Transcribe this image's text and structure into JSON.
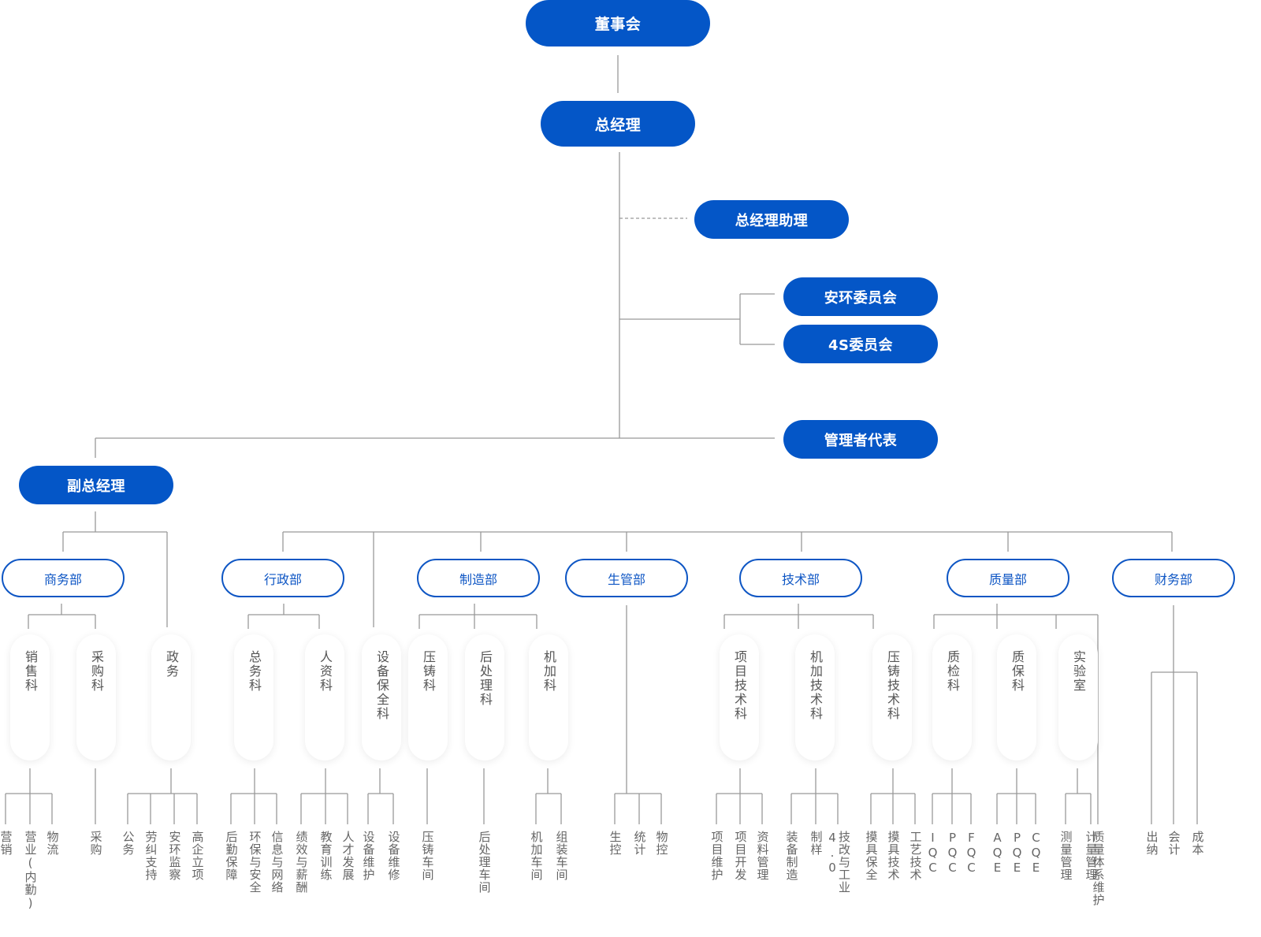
{
  "colors": {
    "primary": "#0456c7",
    "dept_border": "#0e56c4",
    "connector": "#999999",
    "section_text": "#555555",
    "leaf_text": "#666666"
  },
  "top": {
    "board": "董事会",
    "gm": "总经理",
    "gm_assistant": "总经理助理",
    "committees": [
      "安环委员会",
      "4S委员会"
    ],
    "mgmt_rep": "管理者代表",
    "deputy_gm": "副总经理"
  },
  "departments": [
    {
      "name": "商务部",
      "sections": [
        {
          "name": "销售科",
          "leaves": [
            "营销",
            "营业(内勤)",
            "物流"
          ]
        },
        {
          "name": "采购科",
          "leaves": [
            "采购"
          ]
        },
        {
          "name": "政务",
          "leaves": [
            "公务",
            "劳纠支持",
            "安环监察",
            "高企立项"
          ]
        }
      ]
    },
    {
      "name": "行政部",
      "sections": [
        {
          "name": "总务科",
          "leaves": [
            "后勤保障",
            "环保与安全",
            "信息与网络"
          ]
        },
        {
          "name": "人资科",
          "leaves": [
            "绩效与薪酬",
            "教育训练",
            "人才发展"
          ]
        },
        {
          "name": "设备保全科",
          "leaves": [
            "设备维护",
            "设备维修"
          ]
        }
      ]
    },
    {
      "name": "制造部",
      "sections": [
        {
          "name": "压铸科",
          "leaves": [
            "压铸车间"
          ]
        },
        {
          "name": "后处理科",
          "leaves": [
            "后处理车间"
          ]
        },
        {
          "name": "机加科",
          "leaves": [
            "机加车间",
            "组装车间"
          ]
        }
      ]
    },
    {
      "name": "生管部",
      "sections": [],
      "leaves": [
        "生控",
        "统计",
        "物控"
      ]
    },
    {
      "name": "技术部",
      "sections": [
        {
          "name": "项目技术科",
          "leaves": [
            "项目维护",
            "项目开发",
            "资料管理"
          ]
        },
        {
          "name": "机加技术科",
          "leaves": [
            "装备制造",
            "制样",
            "技改与工业4.0"
          ]
        },
        {
          "name": "压铸技术科",
          "leaves": [
            "摸具保全",
            "摸具技术",
            "工艺技术"
          ]
        }
      ]
    },
    {
      "name": "质量部",
      "sections": [
        {
          "name": "质检科",
          "leaves": [
            "IQC",
            "PQC",
            "FQC"
          ]
        },
        {
          "name": "质保科",
          "leaves": [
            "AQE",
            "PQE",
            "CQE"
          ]
        },
        {
          "name": "实验室",
          "leaves": [
            "测量管理",
            "计量管理"
          ]
        }
      ],
      "leaves": [
        "质量体系维护"
      ]
    },
    {
      "name": "财务部",
      "sections": [],
      "leaves": [
        "出纳",
        "会计",
        "成本"
      ]
    }
  ]
}
